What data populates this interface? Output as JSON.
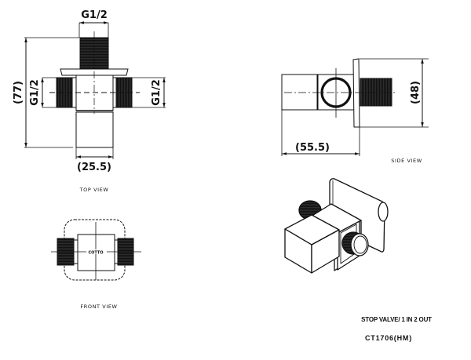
{
  "drawing": {
    "product_title": "STOP VALVE/ 1 IN 2 OUT",
    "product_code": "CT1706(HM)",
    "brand_mark": "COTTO"
  },
  "views": {
    "top": {
      "label": "TOP VIEW",
      "dims": {
        "top_thread": "G1/2",
        "left_thread": "G1/2",
        "right_thread": "G1/2",
        "height": "(77)",
        "width": "(25.5)"
      }
    },
    "side": {
      "label": "SIDE VIEW",
      "dims": {
        "depth": "(55.5)",
        "height": "(48)"
      }
    },
    "front": {
      "label": "FRONT VIEW"
    },
    "isometric": {
      "label": ""
    }
  },
  "colors": {
    "ink": "#111111",
    "background": "#ffffff"
  }
}
